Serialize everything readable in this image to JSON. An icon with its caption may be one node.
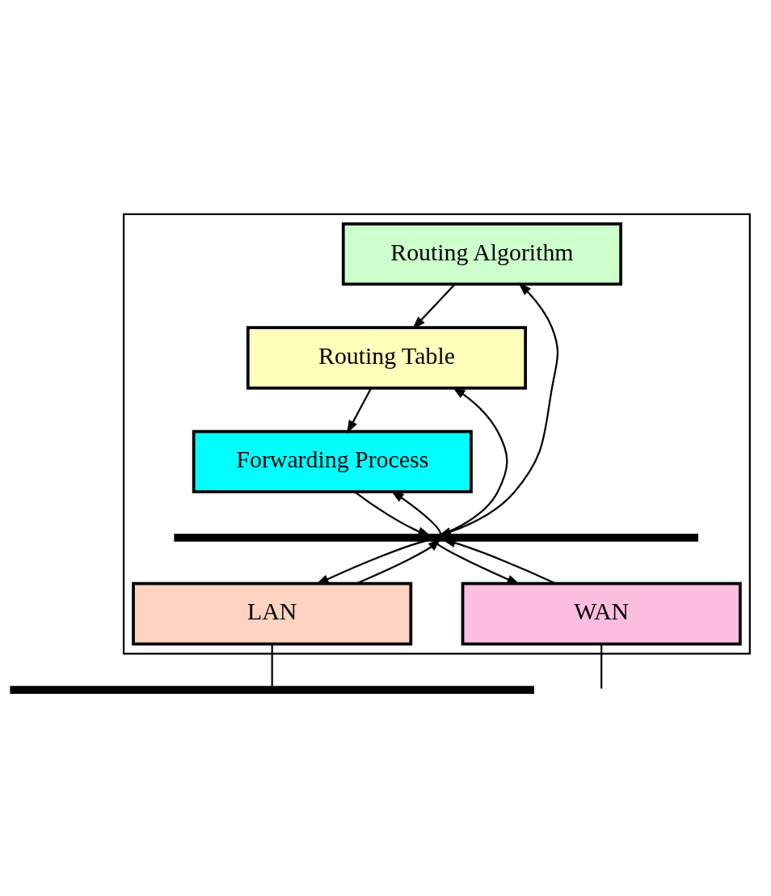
{
  "diagram": {
    "nodes": [
      {
        "text": [],
        "shape": "box"
      },
      {
        "text": [
          "Routing Algorithm"
        ],
        "in": 0
      },
      {
        "text": [
          "Routing Table"
        ],
        "in": 0
      },
      {
        "text": [
          "Forwarding Process"
        ],
        "in": 0
      },
      {
        "text": [],
        "shape": "bar",
        "in": 0
      },
      {
        "text": [
          "LAN"
        ],
        "in": 0
      },
      {
        "text": [
          "WAN"
        ],
        "in": 0
      },
      {
        "text": [],
        "shape": "bar"
      }
    ],
    "edges": [
      {
        "from": 4,
        "to": 1,
        "arrow": "both"
      },
      {
        "from": 4,
        "to": 2,
        "arrow": "to"
      },
      {
        "from": 1,
        "to": 2,
        "arrow": "to"
      },
      {
        "from": 2,
        "to": 3,
        "arrow": "to"
      },
      {
        "from": 4,
        "to": 3,
        "arrow": "to"
      },
      {
        "from": 3,
        "to": 4,
        "arrow": "to"
      },
      {
        "from": 4,
        "to": 5,
        "arrow": "to"
      },
      {
        "from": 5,
        "to": 4,
        "arrow": "to"
      },
      {
        "from": 4,
        "to": 6,
        "arrow": "to"
      },
      {
        "from": 6,
        "to": 4,
        "arrow": "to"
      },
      {
        "from": 5,
        "to": 7,
        "arrow": "none"
      },
      {
        "from": 6,
        "to": null,
        "arrow": "none"
      }
    ]
  }
}
